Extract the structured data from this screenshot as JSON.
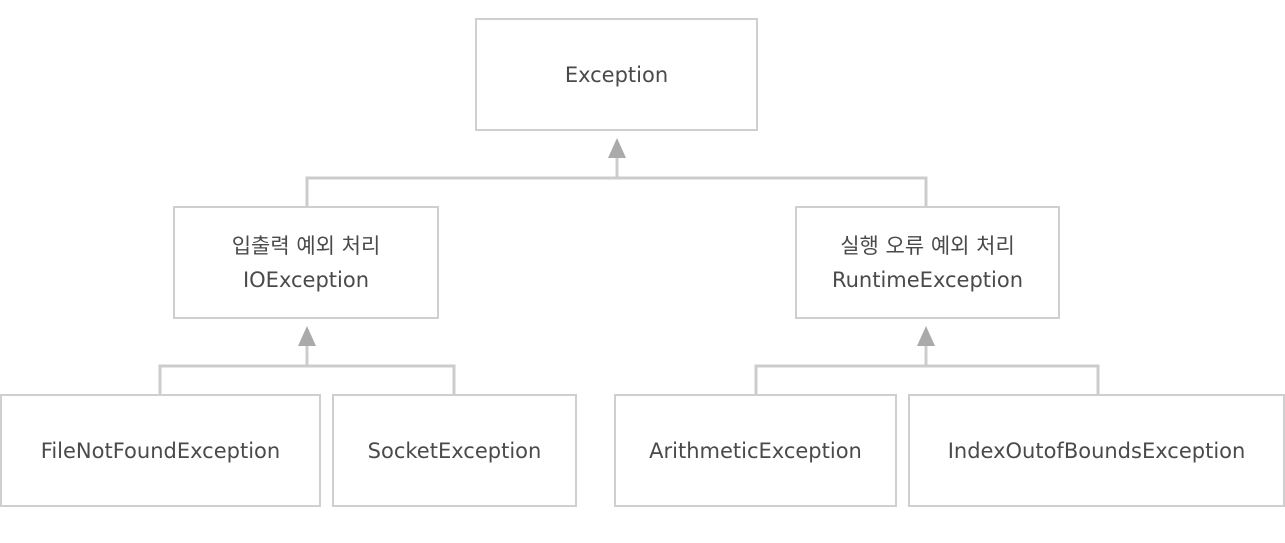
{
  "diagram": {
    "root": {
      "label": "Exception"
    },
    "branches": [
      {
        "label_ko": "입출력 예외 처리",
        "label": "IOException",
        "children": [
          "FileNotFoundException",
          "SocketException"
        ]
      },
      {
        "label_ko": "실행 오류 예외 처리",
        "label": "RuntimeException",
        "children": [
          "ArithmeticException",
          "IndexOutofBoundsException"
        ]
      }
    ]
  }
}
